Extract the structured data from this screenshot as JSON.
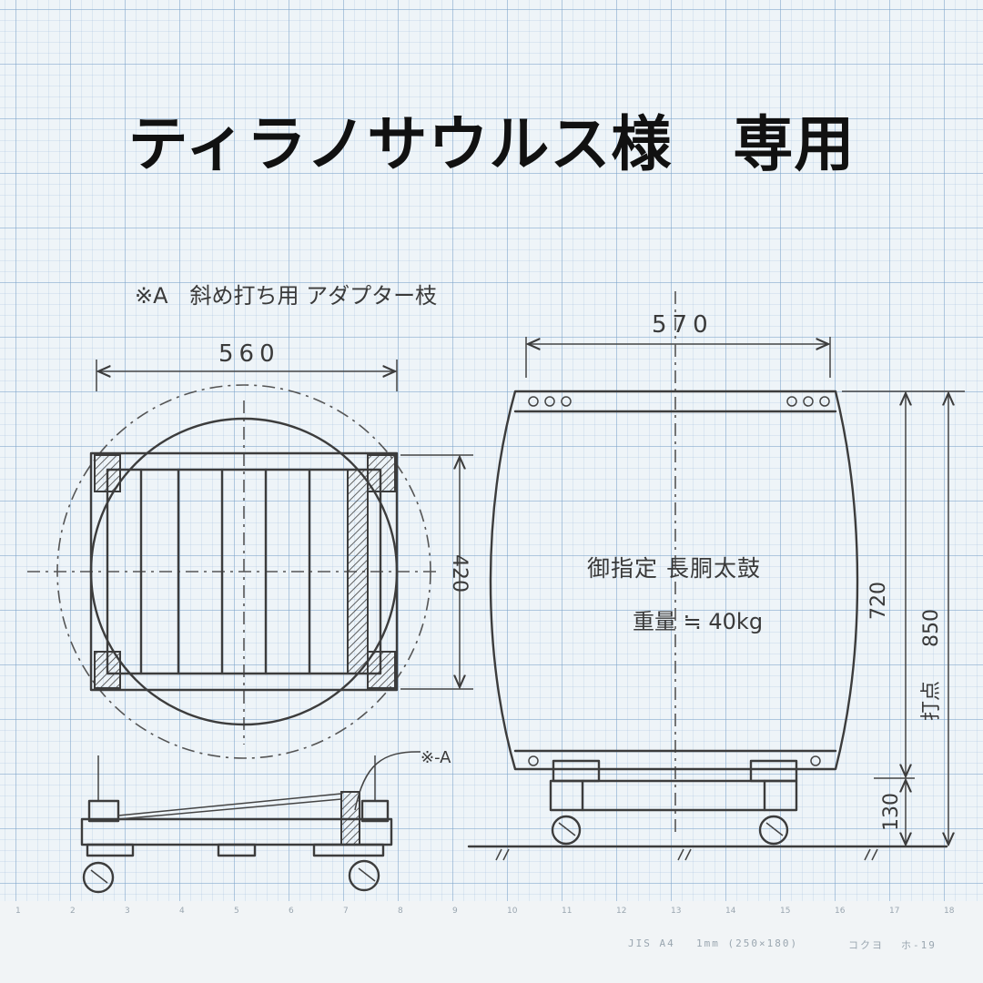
{
  "title": "ティラノサウルス様　専用",
  "notes": {
    "adapter": "※A　斜め打ち用 アダプター枝",
    "ref_a": "※-A"
  },
  "dimensions": {
    "stand_width": "560",
    "stand_depth": "420",
    "drum_width": "570",
    "drum_height": "720",
    "stand_height": "130",
    "total_height": "850",
    "total_prefix": "打点"
  },
  "drum": {
    "name": "御指定 長胴太鼓",
    "weight": "重量 ≒ 40kg"
  },
  "footer": {
    "paper": "JIS A4",
    "grid": "1mm (250×180)",
    "brand": "コクヨ",
    "code": "ホ-19"
  },
  "scale_ticks": [
    "1",
    "2",
    "3",
    "4",
    "5",
    "6",
    "7",
    "8",
    "9",
    "10",
    "11",
    "12",
    "13",
    "14",
    "15",
    "16",
    "17",
    "18"
  ]
}
